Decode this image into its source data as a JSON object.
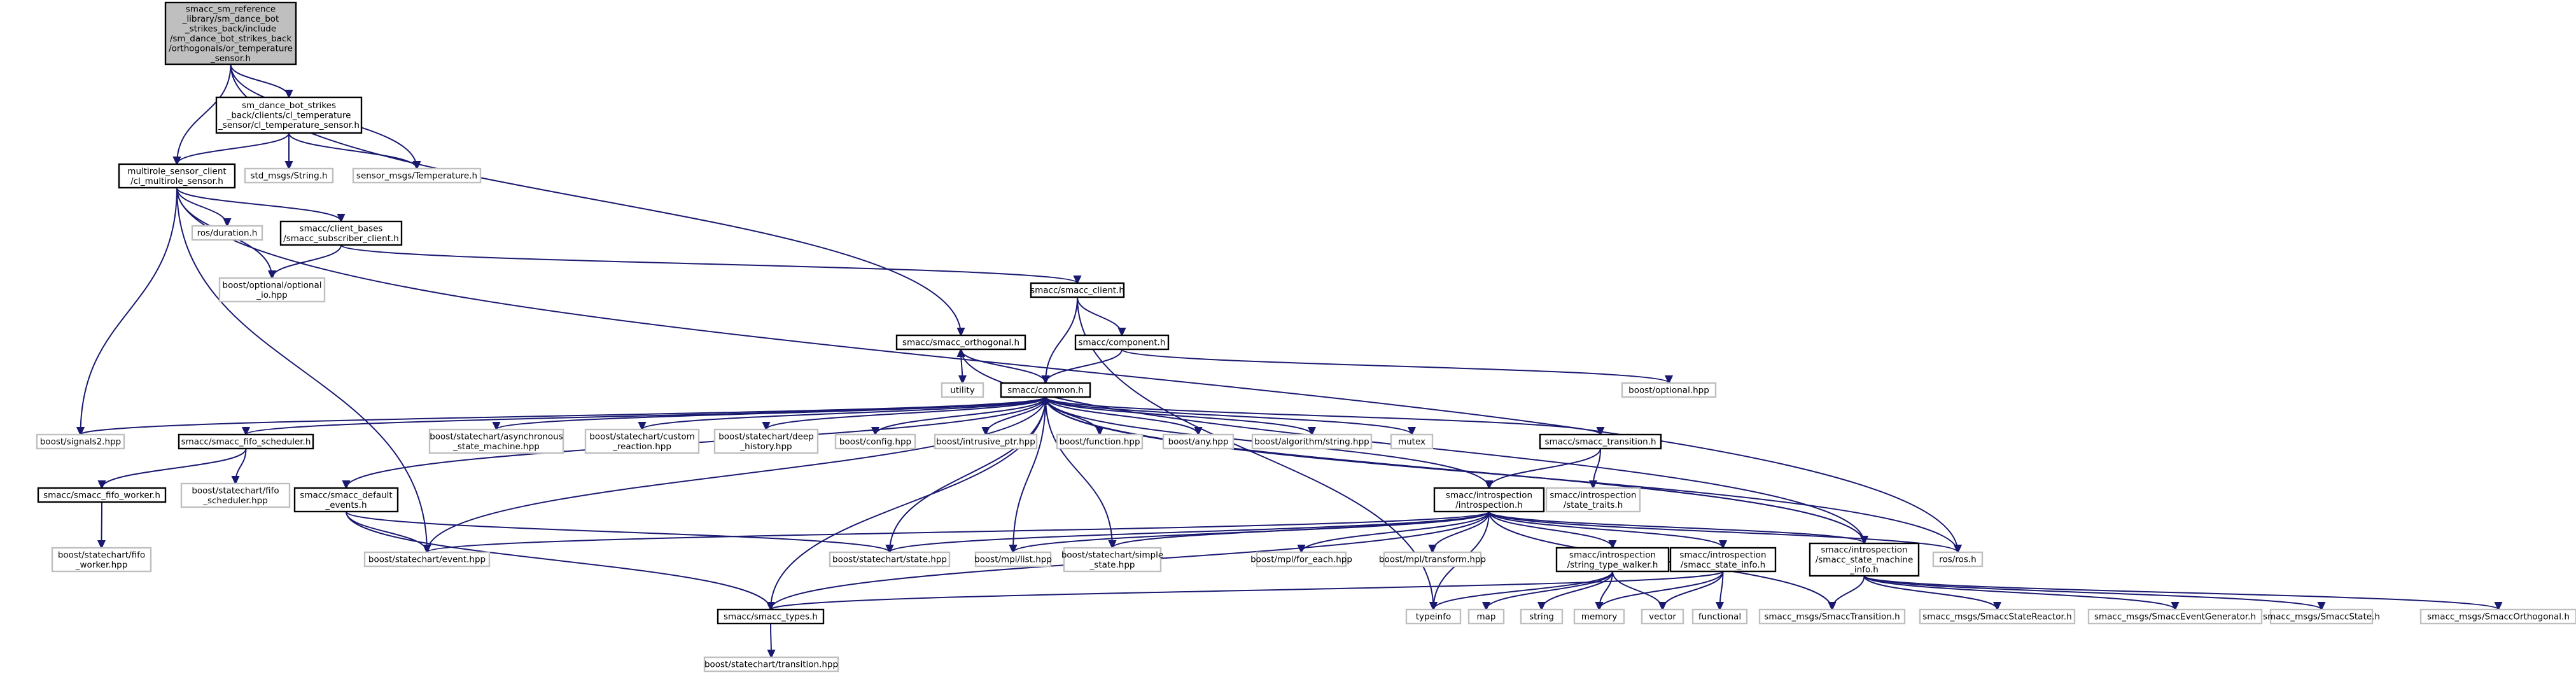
{
  "graph": {
    "title": "",
    "nodes": [
      {
        "id": "root",
        "kind": "root",
        "lines": [
          "smacc_sm_reference",
          "_library/sm_dance_bot",
          "_strikes_back/include",
          "/sm_dance_bot_strikes_back",
          "/orthogonals/or_temperature",
          "_sensor.h"
        ]
      },
      {
        "id": "cl_temp",
        "kind": "documented",
        "lines": [
          "sm_dance_bot_strikes",
          "_back/clients/cl_temperature",
          "_sensor/cl_temperature_sensor.h"
        ]
      },
      {
        "id": "multirole",
        "kind": "documented",
        "lines": [
          "multirole_sensor_client",
          "/cl_multirole_sensor.h"
        ]
      },
      {
        "id": "std_string",
        "kind": "external",
        "lines": [
          "std_msgs/String.h"
        ]
      },
      {
        "id": "temp_msg",
        "kind": "external",
        "lines": [
          "sensor_msgs/Temperature.h"
        ]
      },
      {
        "id": "ros_duration",
        "kind": "external",
        "lines": [
          "ros/duration.h"
        ]
      },
      {
        "id": "subscriber",
        "kind": "documented",
        "lines": [
          "smacc/client_bases",
          "/smacc_subscriber_client.h"
        ]
      },
      {
        "id": "optional_io",
        "kind": "external",
        "lines": [
          "boost/optional/optional",
          "_io.hpp"
        ]
      },
      {
        "id": "smacc_client",
        "kind": "documented",
        "lines": [
          "smacc/smacc_client.h"
        ]
      },
      {
        "id": "orthogonal",
        "kind": "documented",
        "lines": [
          "smacc/smacc_orthogonal.h"
        ]
      },
      {
        "id": "component",
        "kind": "documented",
        "lines": [
          "smacc/component.h"
        ]
      },
      {
        "id": "utility",
        "kind": "external",
        "lines": [
          "utility"
        ]
      },
      {
        "id": "common",
        "kind": "documented",
        "lines": [
          "smacc/common.h"
        ]
      },
      {
        "id": "boost_optional",
        "kind": "external",
        "lines": [
          "boost/optional.hpp"
        ]
      },
      {
        "id": "signals2",
        "kind": "external",
        "lines": [
          "boost/signals2.hpp"
        ]
      },
      {
        "id": "fifo_sched",
        "kind": "documented",
        "lines": [
          "smacc/smacc_fifo_scheduler.h"
        ]
      },
      {
        "id": "async_sm",
        "kind": "external",
        "lines": [
          "boost/statechart/asynchronous",
          "_state_machine.hpp"
        ]
      },
      {
        "id": "custom_reaction",
        "kind": "external",
        "lines": [
          "boost/statechart/custom",
          "_reaction.hpp"
        ]
      },
      {
        "id": "deep_history",
        "kind": "external",
        "lines": [
          "boost/statechart/deep",
          "_history.hpp"
        ]
      },
      {
        "id": "config",
        "kind": "external",
        "lines": [
          "boost/config.hpp"
        ]
      },
      {
        "id": "intrusive_ptr",
        "kind": "external",
        "lines": [
          "boost/intrusive_ptr.hpp"
        ]
      },
      {
        "id": "function",
        "kind": "external",
        "lines": [
          "boost/function.hpp"
        ]
      },
      {
        "id": "any",
        "kind": "external",
        "lines": [
          "boost/any.hpp"
        ]
      },
      {
        "id": "algo_string",
        "kind": "external",
        "lines": [
          "boost/algorithm/string.hpp"
        ]
      },
      {
        "id": "mutex",
        "kind": "external",
        "lines": [
          "mutex"
        ]
      },
      {
        "id": "transition",
        "kind": "documented",
        "lines": [
          "smacc/smacc_transition.h"
        ]
      },
      {
        "id": "fifo_worker",
        "kind": "documented",
        "lines": [
          "smacc/smacc_fifo_worker.h"
        ]
      },
      {
        "id": "sc_fifo_sched",
        "kind": "external",
        "lines": [
          "boost/statechart/fifo",
          "_scheduler.hpp"
        ]
      },
      {
        "id": "default_events",
        "kind": "documented",
        "lines": [
          "smacc/smacc_default",
          "_events.h"
        ]
      },
      {
        "id": "introspection",
        "kind": "documented",
        "lines": [
          "smacc/introspection",
          "/introspection.h"
        ]
      },
      {
        "id": "state_traits",
        "kind": "external",
        "lines": [
          "smacc/introspection",
          "/state_traits.h"
        ]
      },
      {
        "id": "sc_fifo_worker",
        "kind": "external",
        "lines": [
          "boost/statechart/fifo",
          "_worker.hpp"
        ]
      },
      {
        "id": "sc_event",
        "kind": "external",
        "lines": [
          "boost/statechart/event.hpp"
        ]
      },
      {
        "id": "sc_state",
        "kind": "external",
        "lines": [
          "boost/statechart/state.hpp"
        ]
      },
      {
        "id": "mpl_list",
        "kind": "external",
        "lines": [
          "boost/mpl/list.hpp"
        ]
      },
      {
        "id": "sc_simple_state",
        "kind": "external",
        "lines": [
          "boost/statechart/simple",
          "_state.hpp"
        ]
      },
      {
        "id": "mpl_for_each",
        "kind": "external",
        "lines": [
          "boost/mpl/for_each.hpp"
        ]
      },
      {
        "id": "mpl_transform",
        "kind": "external",
        "lines": [
          "boost/mpl/transform.hpp"
        ]
      },
      {
        "id": "string_walker",
        "kind": "documented",
        "lines": [
          "smacc/introspection",
          "/string_type_walker.h"
        ]
      },
      {
        "id": "state_info",
        "kind": "documented",
        "lines": [
          "smacc/introspection",
          "/smacc_state_info.h"
        ]
      },
      {
        "id": "sm_info",
        "kind": "documented",
        "lines": [
          "smacc/introspection",
          "/smacc_state_machine",
          "_info.h"
        ]
      },
      {
        "id": "ros_h",
        "kind": "external",
        "lines": [
          "ros/ros.h"
        ]
      },
      {
        "id": "smacc_types",
        "kind": "documented",
        "lines": [
          "smacc/smacc_types.h"
        ]
      },
      {
        "id": "typeinfo",
        "kind": "external",
        "lines": [
          "typeinfo"
        ]
      },
      {
        "id": "map",
        "kind": "external",
        "lines": [
          "map"
        ]
      },
      {
        "id": "string",
        "kind": "external",
        "lines": [
          "string"
        ]
      },
      {
        "id": "memory",
        "kind": "external",
        "lines": [
          "memory"
        ]
      },
      {
        "id": "vector",
        "kind": "external",
        "lines": [
          "vector"
        ]
      },
      {
        "id": "functional",
        "kind": "external",
        "lines": [
          "functional"
        ]
      },
      {
        "id": "smacc_transition_msg",
        "kind": "external",
        "lines": [
          "smacc_msgs/SmaccTransition.h"
        ]
      },
      {
        "id": "state_reactor_msg",
        "kind": "external",
        "lines": [
          "smacc_msgs/SmaccStateReactor.h"
        ]
      },
      {
        "id": "event_gen_msg",
        "kind": "external",
        "lines": [
          "smacc_msgs/SmaccEventGenerator.h"
        ]
      },
      {
        "id": "smacc_state_msg",
        "kind": "external",
        "lines": [
          "smacc_msgs/SmaccState.h"
        ]
      },
      {
        "id": "orthogonal_msg",
        "kind": "external",
        "lines": [
          "smacc_msgs/SmaccOrthogonal.h"
        ]
      },
      {
        "id": "sc_transition",
        "kind": "external",
        "lines": [
          "boost/statechart/transition.hpp"
        ]
      }
    ],
    "edges": [
      [
        "root",
        "cl_temp"
      ],
      [
        "root",
        "multirole"
      ],
      [
        "root",
        "temp_msg"
      ],
      [
        "root",
        "orthogonal"
      ],
      [
        "cl_temp",
        "multirole"
      ],
      [
        "cl_temp",
        "std_string"
      ],
      [
        "cl_temp",
        "temp_msg"
      ],
      [
        "multirole",
        "ros_duration"
      ],
      [
        "multirole",
        "subscriber"
      ],
      [
        "multirole",
        "optional_io"
      ],
      [
        "multirole",
        "signals2"
      ],
      [
        "multirole",
        "sc_event"
      ],
      [
        "multirole",
        "ros_h"
      ],
      [
        "subscriber",
        "optional_io"
      ],
      [
        "subscriber",
        "smacc_client"
      ],
      [
        "smacc_client",
        "common"
      ],
      [
        "smacc_client",
        "component"
      ],
      [
        "smacc_client",
        "typeinfo"
      ],
      [
        "orthogonal",
        "utility"
      ],
      [
        "orthogonal",
        "common"
      ],
      [
        "component",
        "common"
      ],
      [
        "component",
        "boost_optional"
      ],
      [
        "common",
        "signals2"
      ],
      [
        "common",
        "fifo_sched"
      ],
      [
        "common",
        "async_sm"
      ],
      [
        "common",
        "custom_reaction"
      ],
      [
        "common",
        "deep_history"
      ],
      [
        "common",
        "config"
      ],
      [
        "common",
        "intrusive_ptr"
      ],
      [
        "common",
        "function"
      ],
      [
        "common",
        "any"
      ],
      [
        "common",
        "algo_string"
      ],
      [
        "common",
        "mutex"
      ],
      [
        "common",
        "transition"
      ],
      [
        "common",
        "default_events"
      ],
      [
        "common",
        "introspection"
      ],
      [
        "common",
        "sm_info"
      ],
      [
        "common",
        "ros_h"
      ],
      [
        "common",
        "sc_event"
      ],
      [
        "common",
        "sc_state"
      ],
      [
        "common",
        "mpl_list"
      ],
      [
        "common",
        "sc_simple_state"
      ],
      [
        "common",
        "smacc_types"
      ],
      [
        "fifo_sched",
        "fifo_worker"
      ],
      [
        "fifo_sched",
        "sc_fifo_sched"
      ],
      [
        "fifo_worker",
        "sc_fifo_worker"
      ],
      [
        "default_events",
        "sc_event"
      ],
      [
        "default_events",
        "sc_state"
      ],
      [
        "default_events",
        "smacc_types"
      ],
      [
        "transition",
        "introspection"
      ],
      [
        "transition",
        "state_traits"
      ],
      [
        "introspection",
        "sc_event"
      ],
      [
        "introspection",
        "sc_state"
      ],
      [
        "introspection",
        "mpl_list"
      ],
      [
        "introspection",
        "sc_simple_state"
      ],
      [
        "introspection",
        "mpl_for_each"
      ],
      [
        "introspection",
        "mpl_transform"
      ],
      [
        "introspection",
        "string_walker"
      ],
      [
        "introspection",
        "state_info"
      ],
      [
        "introspection",
        "sm_info"
      ],
      [
        "introspection",
        "ros_h"
      ],
      [
        "introspection",
        "typeinfo"
      ],
      [
        "introspection",
        "smacc_transition_msg"
      ],
      [
        "introspection",
        "smacc_types"
      ],
      [
        "string_walker",
        "typeinfo"
      ],
      [
        "string_walker",
        "map"
      ],
      [
        "string_walker",
        "string"
      ],
      [
        "string_walker",
        "memory"
      ],
      [
        "string_walker",
        "vector"
      ],
      [
        "state_info",
        "memory"
      ],
      [
        "state_info",
        "vector"
      ],
      [
        "state_info",
        "functional"
      ],
      [
        "state_info",
        "smacc_types"
      ],
      [
        "sm_info",
        "common"
      ],
      [
        "sm_info",
        "orthogonal"
      ],
      [
        "sm_info",
        "smacc_transition_msg"
      ],
      [
        "sm_info",
        "state_reactor_msg"
      ],
      [
        "sm_info",
        "event_gen_msg"
      ],
      [
        "sm_info",
        "smacc_state_msg"
      ],
      [
        "sm_info",
        "orthogonal_msg"
      ],
      [
        "smacc_types",
        "sc_transition"
      ]
    ]
  }
}
